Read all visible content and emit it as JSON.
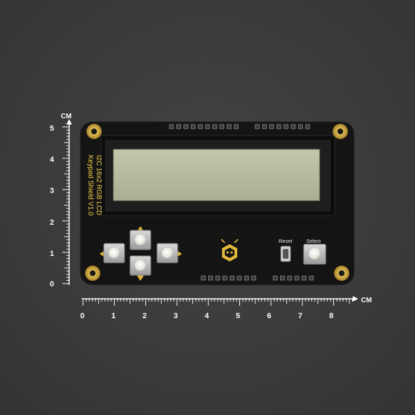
{
  "rulers": {
    "unit_label": "CM",
    "vertical_ticks": [
      "0",
      "1",
      "2",
      "3",
      "4",
      "5"
    ],
    "horizontal_ticks": [
      "0",
      "1",
      "2",
      "3",
      "4",
      "5",
      "6",
      "7",
      "8"
    ]
  },
  "board": {
    "silkscreen_lines": [
      "I2C 16x2 RGB LCD",
      "Keypad Shield V1.0"
    ],
    "reset_label": "Reset",
    "select_label": "Select"
  },
  "colors": {
    "background": "#3d3d3d",
    "pcb": "#141414",
    "silkscreen": "#f2d04a",
    "lcd_screen": "#b7bd9f",
    "gold_pad": "#c9a23a",
    "ruler": "#ffffff"
  }
}
